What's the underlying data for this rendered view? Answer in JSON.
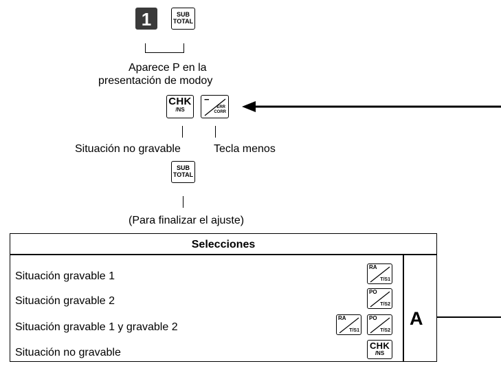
{
  "keys": {
    "one": "1",
    "subtotal": {
      "line1": "SUB",
      "line2": "TOTAL"
    },
    "chk": {
      "big": "CHK",
      "small": "/NS"
    },
    "minus": {
      "symbol": "−",
      "line1": "ERR",
      "line2": "CORR"
    },
    "ra": {
      "top": "RA",
      "bottom": "T/S1"
    },
    "po": {
      "top": "PO",
      "bottom": "T/S2"
    }
  },
  "labels": {
    "aparece_line1": "Aparece P en la",
    "aparece_line2": "presentación de modoy",
    "no_gravable": "Situación no gravable",
    "tecla_menos": "Tecla menos",
    "finalizar": "(Para finalizar el ajuste)"
  },
  "table": {
    "header": "Selecciones",
    "rows": [
      {
        "label": "Situación gravable 1"
      },
      {
        "label": "Situación gravable 2"
      },
      {
        "label": "Situación gravable 1 y gravable 2"
      },
      {
        "label": "Situación no gravable"
      }
    ],
    "marker": "A"
  }
}
